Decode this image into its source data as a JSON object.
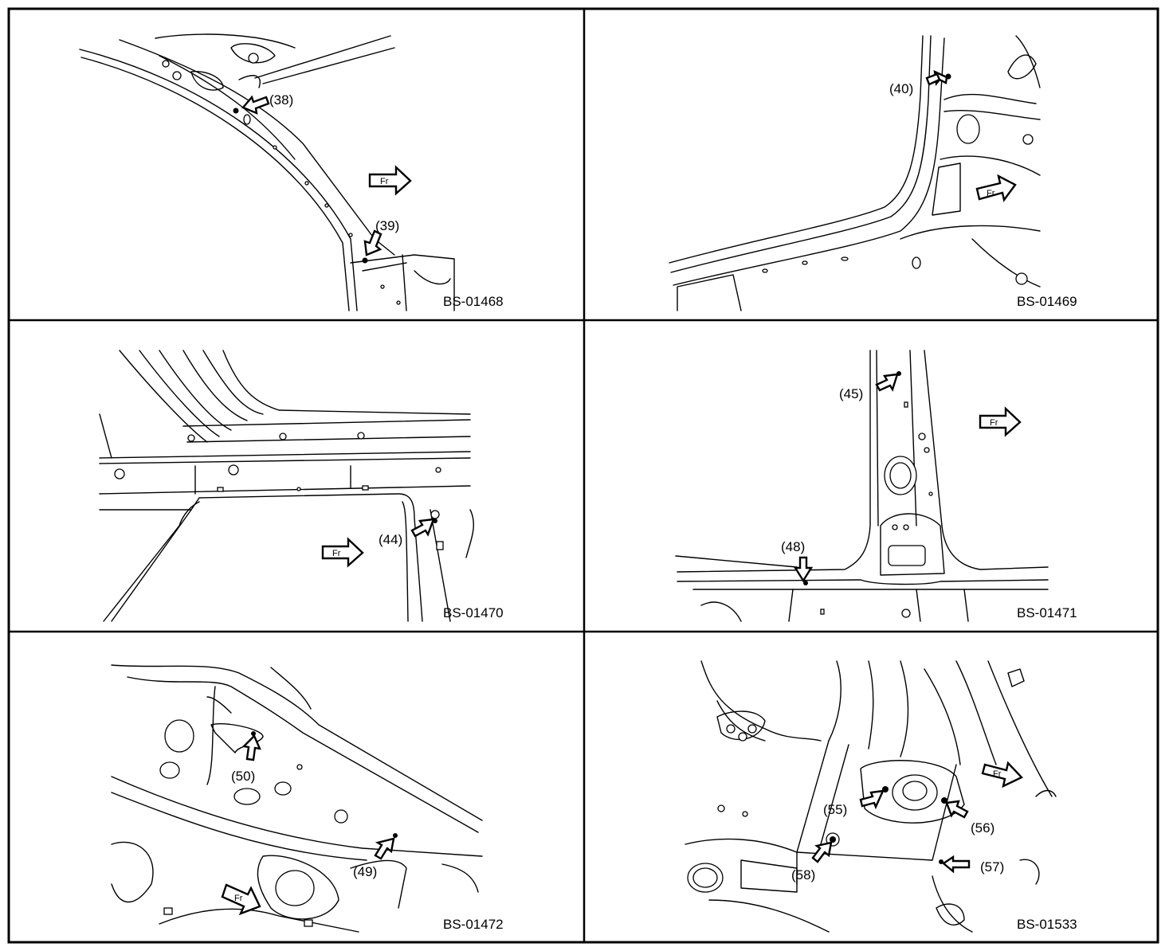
{
  "panels": [
    {
      "code": "BS-01468",
      "callouts": [
        "(38)",
        "(39)"
      ],
      "fr": "Fr"
    },
    {
      "code": "BS-01469",
      "callouts": [
        "(40)"
      ],
      "fr": "Fr"
    },
    {
      "code": "BS-01470",
      "callouts": [
        "(44)"
      ],
      "fr": "Fr"
    },
    {
      "code": "BS-01471",
      "callouts": [
        "(45)",
        "(48)"
      ],
      "fr": "Fr"
    },
    {
      "code": "BS-01472",
      "callouts": [
        "(50)",
        "(49)"
      ],
      "fr": "Fr"
    },
    {
      "code": "BS-01533",
      "callouts": [
        "(55)",
        "(56)",
        "(57)",
        "(58)"
      ],
      "fr": "Fr"
    }
  ]
}
